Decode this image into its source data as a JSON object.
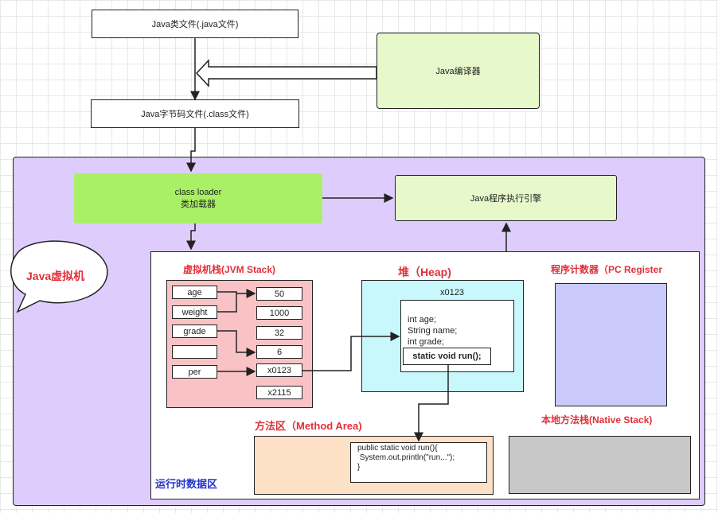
{
  "source_file": "Java类文件(.java文件)",
  "compiler": "Java编译器",
  "bytecode_file": "Java字节码文件(.class文件)",
  "class_loader": {
    "line1": "class loader",
    "line2": "类加载器"
  },
  "execution_engine": "Java程序执行引擎",
  "jvm_bubble": "Java虚拟机",
  "runtime_area_label": "运行时数据区",
  "jvm_stack": {
    "title": "虚拟机栈(JVM Stack)",
    "vars": [
      "age",
      "weight",
      "grade",
      "",
      "per"
    ],
    "values": [
      "50",
      "1000",
      "32",
      "6",
      "x0123",
      "x2115"
    ]
  },
  "heap": {
    "title": "堆（Heap)",
    "address": "x0123",
    "fields": [
      "int age;",
      "String name;",
      "int grade;"
    ],
    "method": "static void run();"
  },
  "pc_register": {
    "title": "程序计数器（PC Register"
  },
  "method_area": {
    "title": "方法区（Method Area)",
    "code": [
      "public static void run(){",
      " System.out.println(\"run...\");",
      "}"
    ]
  },
  "native_stack": {
    "title": "本地方法栈(Native Stack)"
  },
  "colors": {
    "jvm_bg": "#decdfc",
    "loader": "#a9f066",
    "engine": "#e7f8cb",
    "stack": "#f9c3c6",
    "heap": "#c9f8fc",
    "pc": "#c9c9fb",
    "method": "#fde1c6",
    "native": "#c8c8c8",
    "label_red": "#e0303a",
    "label_blue": "#2233cc"
  }
}
